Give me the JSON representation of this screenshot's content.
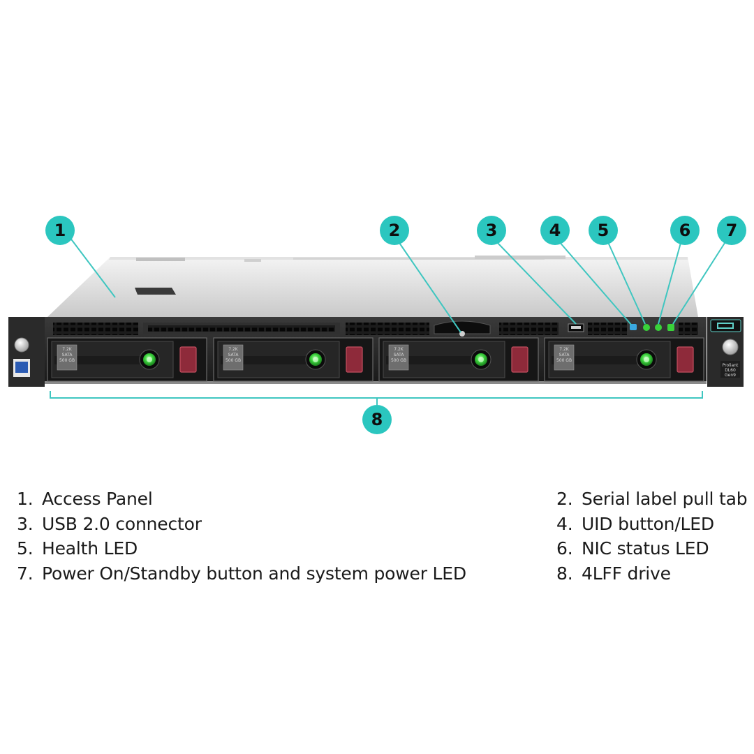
{
  "callouts": [
    {
      "id": "1",
      "label": "1",
      "description": "Access Panel"
    },
    {
      "id": "2",
      "label": "2",
      "description": "Serial label pull tab"
    },
    {
      "id": "3",
      "label": "3",
      "description": "USB 2.0 connector"
    },
    {
      "id": "4",
      "label": "4",
      "description": "UID button/LED"
    },
    {
      "id": "5",
      "label": "5",
      "description": "Health LED"
    },
    {
      "id": "6",
      "label": "6",
      "description": "NIC status LED"
    },
    {
      "id": "7",
      "label": "7",
      "description": "Power On/Standby button and system power LED"
    },
    {
      "id": "8",
      "label": "8",
      "description": "4LFF drive"
    }
  ],
  "legend": {
    "left": [
      {
        "num": "1.",
        "text": "Access Panel"
      },
      {
        "num": "3.",
        "text": "USB 2.0 connector"
      },
      {
        "num": "5.",
        "text": "Health LED"
      },
      {
        "num": "7.",
        "text": "Power On/Standby button and system power LED"
      }
    ],
    "right": [
      {
        "num": "2.",
        "text": "Serial label pull tab"
      },
      {
        "num": "4.",
        "text": "UID button/LED"
      },
      {
        "num": "6.",
        "text": "NIC status LED"
      },
      {
        "num": "8.",
        "text": "4LFF drive"
      }
    ]
  },
  "drives": [
    {
      "line1": "7.2K",
      "line2": "SATA",
      "line3": "500 GB"
    },
    {
      "line1": "7.2K",
      "line2": "SATA",
      "line3": "500 GB"
    },
    {
      "line1": "7.2K",
      "line2": "SATA",
      "line3": "500 GB"
    },
    {
      "line1": "7.2K",
      "line2": "SATA",
      "line3": "500 GB"
    }
  ],
  "colors": {
    "callout_fill": "#2bc6bf",
    "leader_line": "#3fc6c0",
    "led_green": "#39d23a",
    "led_blue": "#3aa8e0",
    "drive_latch": "#8e2a3a"
  }
}
